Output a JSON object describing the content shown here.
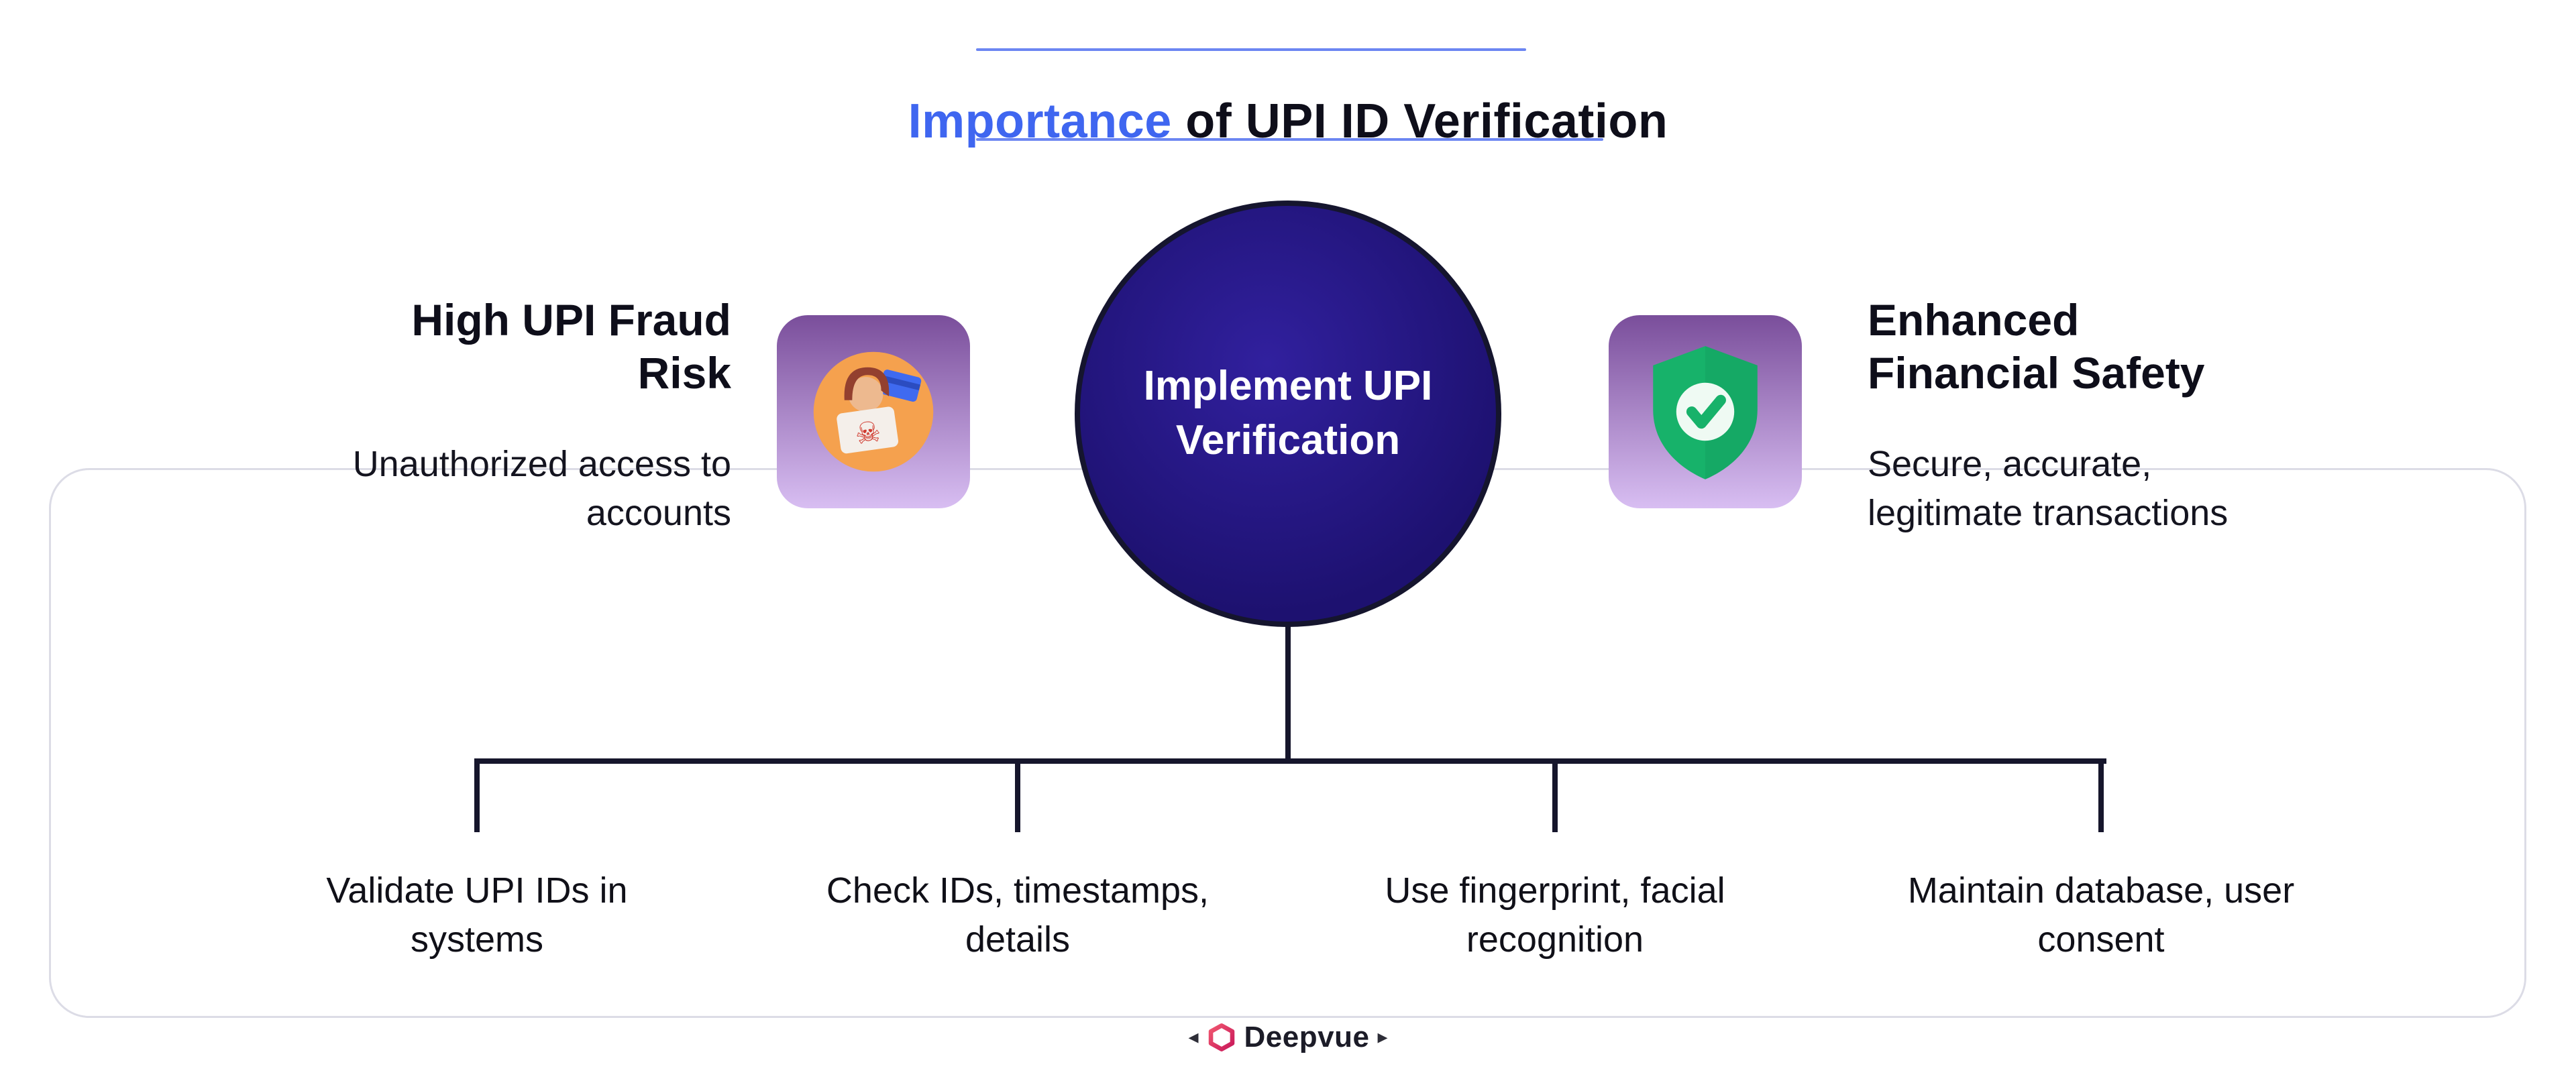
{
  "title": {
    "highlight": "Importance",
    "rest": " of UPI ID Verification",
    "highlight_color": "#3F66F0",
    "text_color": "#0E0E1A"
  },
  "center_node": {
    "label": "Implement UPI\nVerification",
    "fill": "#221586",
    "border_color": "#15152E",
    "text_color": "#FFFFFF"
  },
  "left_item": {
    "heading": "High UPI Fraud\nRisk",
    "subtext": "Unauthorized access to\naccounts",
    "icon": "fraud-hacker-icon"
  },
  "right_item": {
    "heading": "Enhanced\nFinancial Safety",
    "subtext": "Secure, accurate,\nlegitimate transactions",
    "icon": "shield-check-icon"
  },
  "branches": [
    {
      "label": "Validate UPI IDs in\nsystems"
    },
    {
      "label": "Check IDs, timestamps,\ndetails"
    },
    {
      "label": "Use fingerprint, facial\nrecognition"
    },
    {
      "label": "Maintain database, user\nconsent"
    }
  ],
  "footer": {
    "brand": "Deepvue",
    "left_arrow": "◂",
    "right_arrow": "▸",
    "logo_color": "#E23A66",
    "brand_color": "#1C1C28"
  },
  "colors": {
    "accent_blue": "#3F66F0",
    "decor_line": "#6C86F2",
    "connector": "#16162C",
    "panel_border": "#DCDCE6",
    "icon_gradient_top": "#7A4E9B",
    "icon_gradient_bottom": "#D8BEF2",
    "fraud_orange": "#F5A14E",
    "shield_green": "#17B26A"
  }
}
